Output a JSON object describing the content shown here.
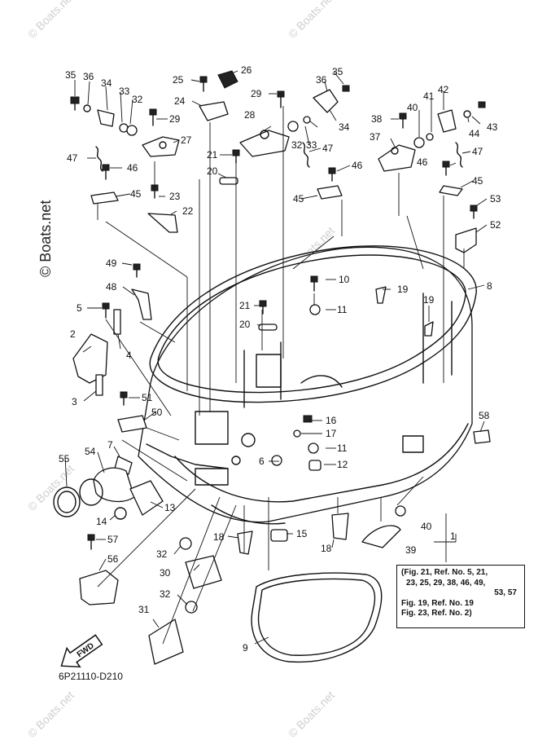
{
  "diagram_code": "6P21110-D210",
  "watermark": "© Boats.net",
  "fwd_label": "FWD",
  "callouts": [
    "1",
    "2",
    "3",
    "4",
    "5",
    "6",
    "7",
    "8",
    "9",
    "10",
    "11",
    "12",
    "13",
    "14",
    "15",
    "16",
    "17",
    "18",
    "19",
    "20",
    "21",
    "22",
    "23",
    "24",
    "25",
    "26",
    "27",
    "28",
    "29",
    "30",
    "31",
    "32",
    "33",
    "34",
    "35",
    "36",
    "37",
    "38",
    "39",
    "40",
    "41",
    "42",
    "43",
    "44",
    "45",
    "46",
    "47",
    "48",
    "49",
    "50",
    "51",
    "52",
    "53",
    "54",
    "55",
    "56",
    "57",
    "58"
  ],
  "reference_note": {
    "lines": [
      "(Fig. 21, Ref. No. 5, 21,",
      "23, 25, 29, 38, 46, 49,",
      "53, 57",
      "Fig. 19, Ref. No. 19",
      "Fig. 23, Ref. No. 2)"
    ]
  }
}
